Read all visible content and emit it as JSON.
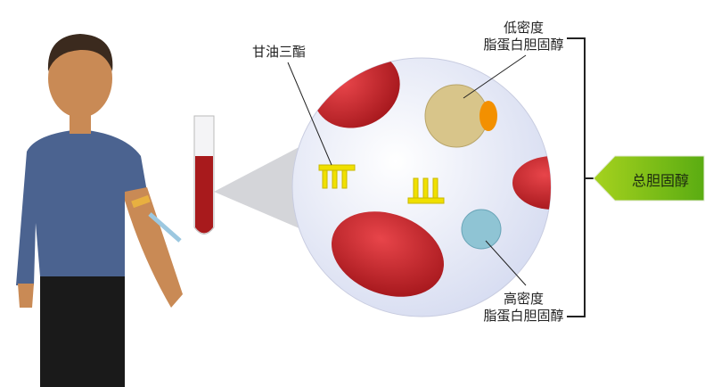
{
  "labels": {
    "triglyceride": "甘油三酯",
    "ldl_line1": "低密度",
    "ldl_line2": "脂蛋白胆固醇",
    "hdl_line1": "高密度",
    "hdl_line2": "脂蛋白胆固醇",
    "total_cholesterol": "总胆固醇"
  },
  "colors": {
    "red_cell": "#c8252a",
    "ldl": "#d8c58a",
    "hdl": "#8fc4d4",
    "triglyceride": "#f0e000",
    "total_badge": "#7cc21a",
    "shirt": "#4b6390"
  }
}
